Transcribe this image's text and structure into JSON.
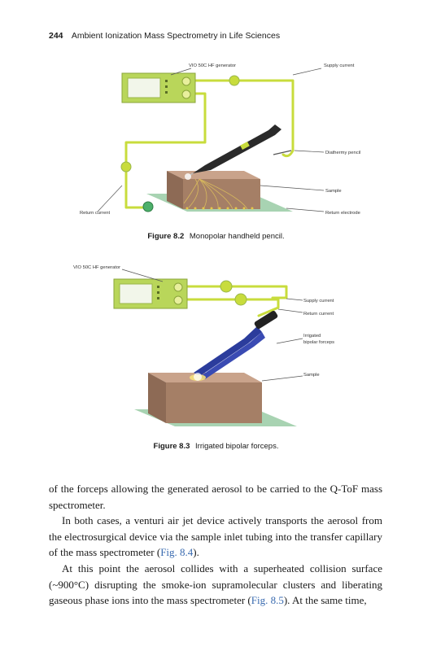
{
  "header": {
    "page_number": "244",
    "running_title": "Ambient Ionization Mass Spectrometry in Life Sciences"
  },
  "figure1": {
    "labels": {
      "generator": "VIO 50C HF generator",
      "supply": "Supply current",
      "pencil": "Diathermy pencil",
      "sample": "Sample",
      "return_current": "Return current",
      "return_electrode": "Return electrode"
    },
    "caption_num": "Figure 8.2",
    "caption_text": "Monopolar handheld pencil."
  },
  "figure2": {
    "labels": {
      "generator": "VIO 50C HF generator",
      "supply": "Supply current",
      "return_current": "Return current",
      "forceps_1": "Irrigated",
      "forceps_2": "bipolar forceps",
      "sample": "Sample"
    },
    "caption_num": "Figure 8.3",
    "caption_text": "Irrigated bipolar forceps."
  },
  "body": {
    "p1": "of the forceps allowing the generated aerosol to be carried to the Q-ToF mass spectrometer.",
    "p2_a": "In both cases, a venturi air jet device actively transports the aerosol from the electrosurgical device via the sample inlet tubing into the transfer capillary of the mass spectrometer (",
    "p2_ref": "Fig. 8.4",
    "p2_b": ").",
    "p3_a": "At this point the aerosol collides with a superheated collision surface (~900°C) disrupting the smoke-ion supramolecular clusters and liberating gaseous phase ions into the mass spectrometer (",
    "p3_ref": "Fig. 8.5",
    "p3_b": "). At the same time,"
  },
  "colors": {
    "wire": "#c8dc3c",
    "generator_body": "#b9d65a",
    "generator_screen": "#f2f6ea",
    "tissue_front": "#a57f66",
    "tissue_top": "#c9a38b",
    "tissue_side": "#8d6a55",
    "mat": "#a8d3b2",
    "forceps": "#2b3c9c",
    "pencil": "#2a2a2a"
  }
}
